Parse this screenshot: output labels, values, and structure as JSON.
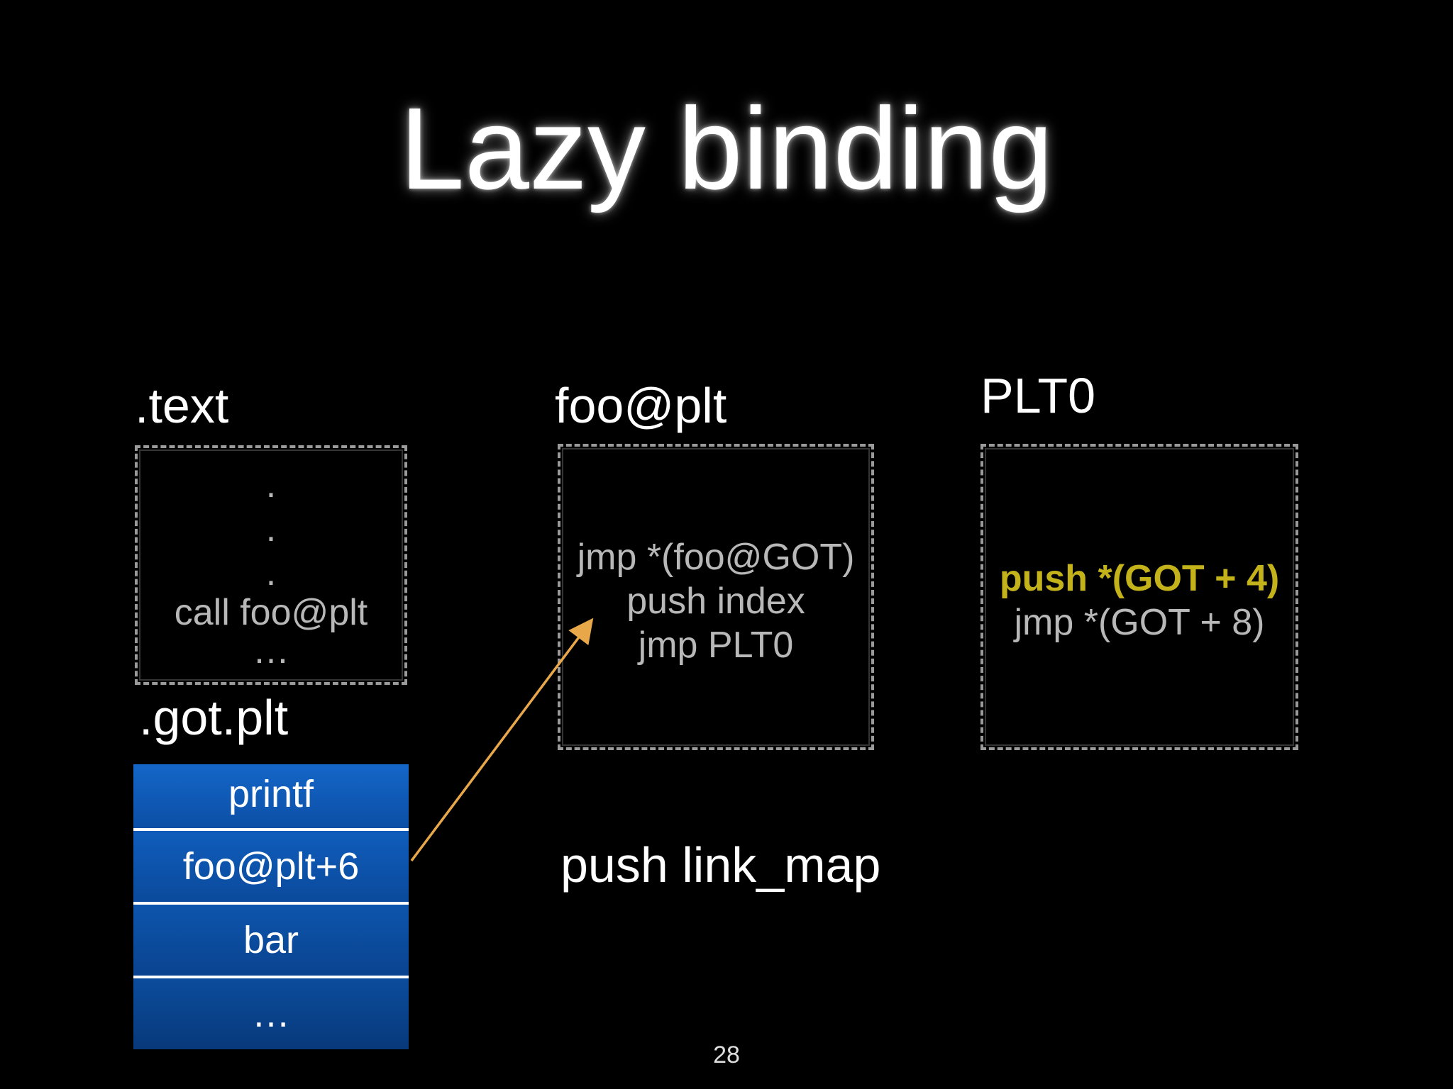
{
  "title": "Lazy binding",
  "text_section": {
    "label": ".text",
    "lines": [
      ".",
      ".",
      ".",
      "call foo@plt",
      "…"
    ]
  },
  "got_plt": {
    "label": ".got.plt",
    "rows": [
      "printf",
      "foo@plt+6",
      "bar",
      "…"
    ]
  },
  "foo_plt": {
    "label": "foo@plt",
    "lines": [
      "jmp *(foo@GOT)",
      "push index",
      "jmp PLT0"
    ]
  },
  "plt0": {
    "label": "PLT0",
    "lines": [
      "push *(GOT + 4)",
      "jmp *(GOT + 8)"
    ]
  },
  "push_link_map": "push link_map",
  "page_number": "28",
  "colors": {
    "background": "#000000",
    "arrow": "#e8a84a",
    "highlight": "#c3b21a",
    "got_row": "#0d55ad"
  }
}
